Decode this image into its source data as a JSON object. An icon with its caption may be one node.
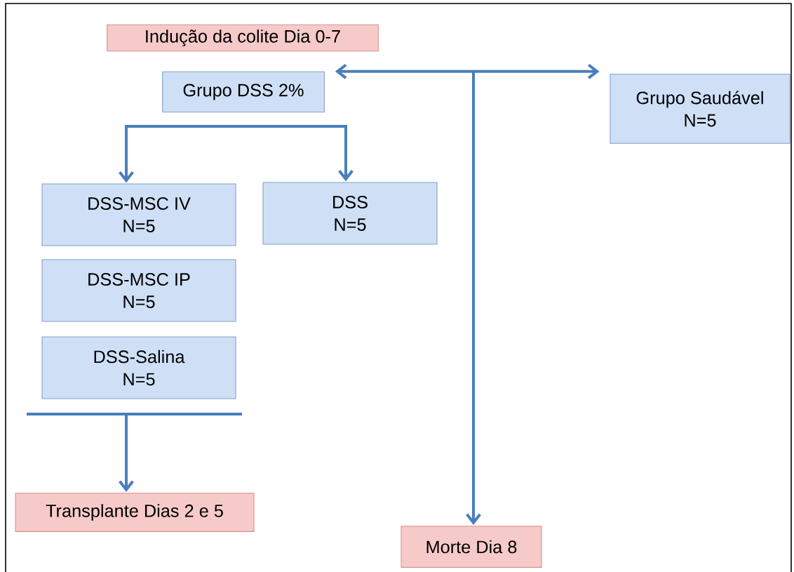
{
  "diagram": {
    "nodes": [
      {
        "text": [
          "Indução da colite Dia 0-7"
        ]
      },
      {
        "text": [
          "Grupo DSS 2%"
        ]
      },
      {
        "text": [
          "Grupo Saudável",
          "N=5"
        ]
      },
      {
        "text": [
          "DSS-MSC IV",
          "N=5"
        ]
      },
      {
        "text": [
          "DSS",
          "N=5"
        ]
      },
      {
        "text": [
          "DSS-MSC IP",
          "N=5"
        ]
      },
      {
        "text": [
          "DSS-Salina",
          "N=5"
        ]
      },
      {
        "text": [
          "Transplante Dias 2 e 5"
        ]
      },
      {
        "text": [
          "Morte Dia 8"
        ]
      }
    ],
    "edges": [
      {
        "from": 1,
        "to": 2,
        "arrow": "both"
      },
      {
        "from": null,
        "to": 8,
        "arrow": "to"
      },
      {
        "from": null,
        "to": 3,
        "arrow": "to"
      },
      {
        "from": null,
        "to": 4,
        "arrow": "to"
      },
      {
        "from": null,
        "to": 7,
        "arrow": "to"
      }
    ]
  }
}
